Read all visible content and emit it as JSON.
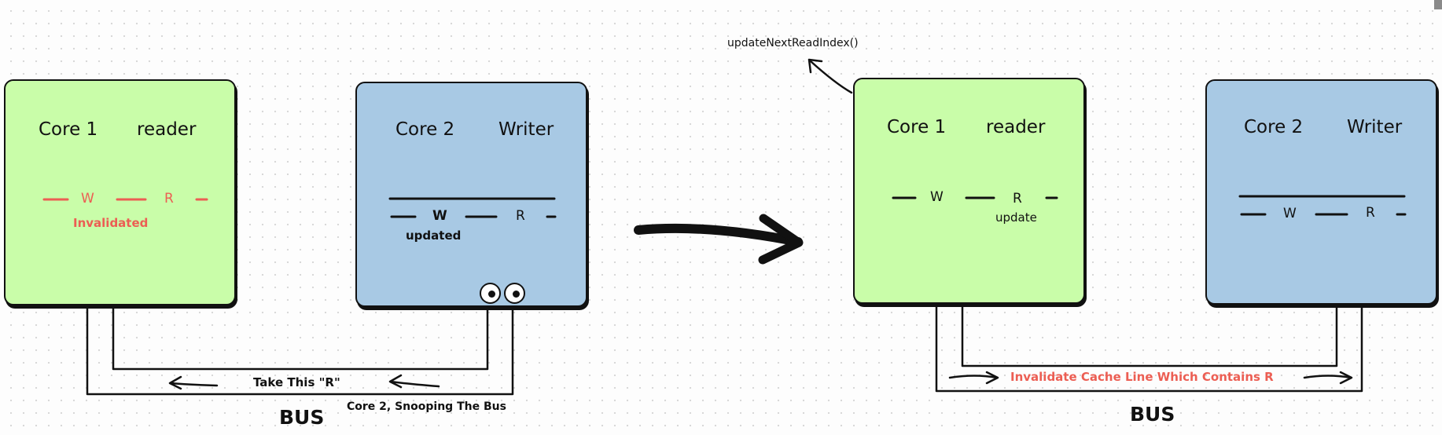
{
  "colors": {
    "core_green": "#c9fda9",
    "core_blue": "#a8c9e4",
    "highlight_red": "#ec5e53",
    "stroke": "#111111"
  },
  "left": {
    "core1": {
      "title": "Core 1",
      "role": "reader",
      "w": "W",
      "r": "R",
      "status": "Invalidated"
    },
    "core2": {
      "title": "Core 2",
      "role": "Writer",
      "w": "W",
      "r": "R",
      "status": "updated"
    },
    "bus_top_label": "Take This \"R\"",
    "bus_bottom_label": "Core 2, Snooping The Bus",
    "bus": "BUS"
  },
  "right": {
    "core1": {
      "title": "Core 1",
      "role": "reader",
      "w": "W",
      "r": "R",
      "status": "update",
      "callout": "updateNextReadIndex()"
    },
    "core2": {
      "title": "Core 2",
      "role": "Writer",
      "w": "W",
      "r": "R"
    },
    "bus_label": "Invalidate Cache Line Which Contains R",
    "bus": "BUS"
  },
  "icons": {
    "eyes": "eyes-icon",
    "big_arrow": "right-arrow-icon"
  }
}
